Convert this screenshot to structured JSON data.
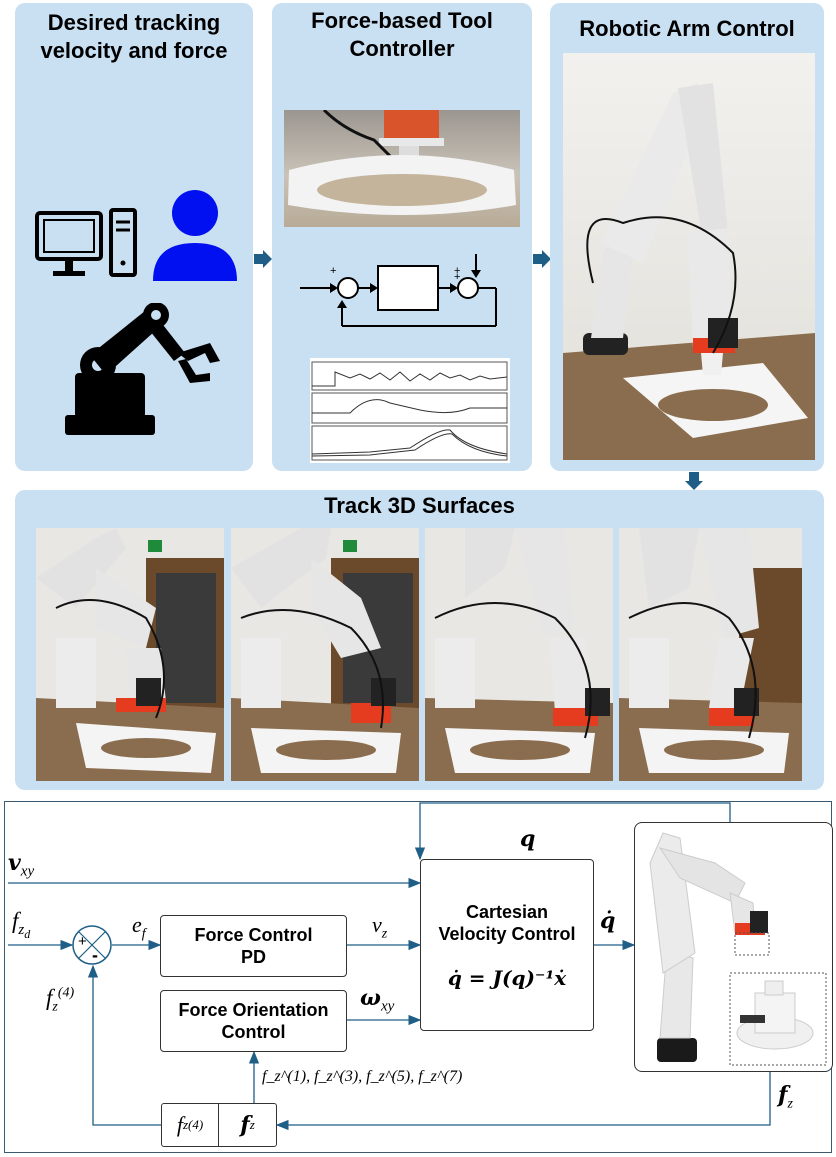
{
  "top": {
    "panel1_title_line1": "Desired tracking",
    "panel1_title_line2": "velocity and force",
    "panel2_title_line1": "Force-based Tool",
    "panel2_title_line2": "Controller",
    "panel3_title": "Robotic Arm Control",
    "panel4_title": "Track 3D Surfaces"
  },
  "diagram": {
    "v_xy": "v",
    "v_xy_sub": "xy",
    "q_label": "q",
    "f_zd": "f",
    "f_zd_sub": "z",
    "f_zd_subsub": "d",
    "e_f": "e",
    "e_f_sub": "f",
    "plus": "+",
    "minus": "-",
    "force_pd_line1": "Force Control",
    "force_pd_line2": "PD",
    "force_orient_line1": "Force Orientation",
    "force_orient_line2": "Control",
    "v_z": "v",
    "v_z_sub": "z",
    "omega_xy": "ω",
    "omega_xy_sub": "xy",
    "cartesian_line1": "Cartesian",
    "cartesian_line2": "Velocity Control",
    "equation": "q̇ = J(q)⁻¹ẋ",
    "qdot": "q̇",
    "fz4_left": "f",
    "fz4_left_sub": "z",
    "fz4_left_sup": "(4)",
    "f_z_sensors": "f_z^(1), f_z^(3), f_z^(5), f_z^(7)",
    "box_fz4": "f",
    "box_fz4_sub": "z",
    "box_fz4_sup": "(4)",
    "box_fz": "f",
    "box_fz_sub": "z",
    "f_z_right": "f",
    "f_z_right_sub": "z"
  }
}
